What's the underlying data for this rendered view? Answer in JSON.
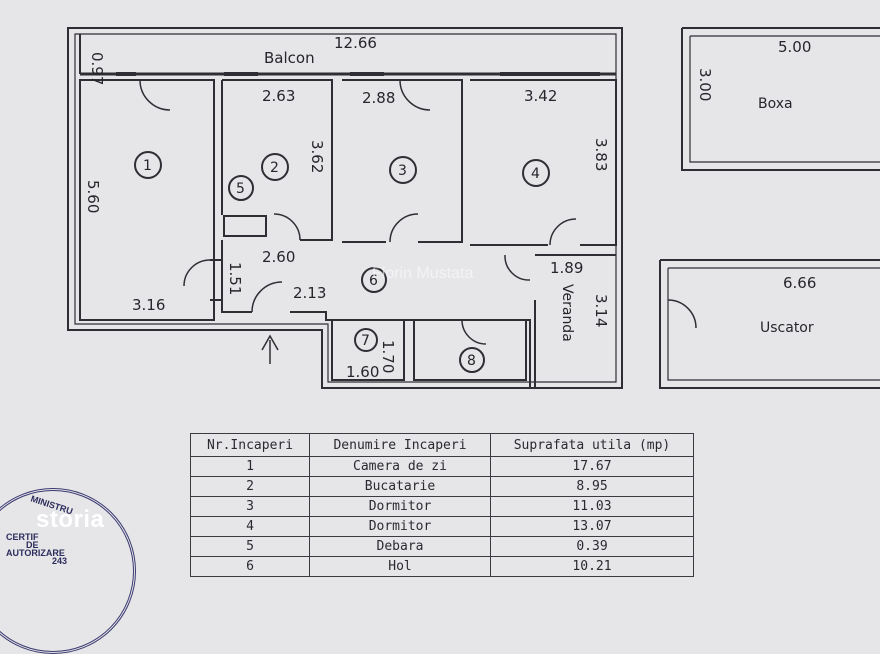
{
  "plan": {
    "balcony": {
      "label": "Balcon",
      "width": "12.66",
      "depth": "0.97"
    },
    "rooms": [
      {
        "num": "1",
        "width": "3.16",
        "length": "5.60"
      },
      {
        "num": "2",
        "width": "2.63",
        "length": "3.62"
      },
      {
        "num": "3",
        "width": "2.88"
      },
      {
        "num": "4",
        "width": "3.42",
        "length": "3.83"
      },
      {
        "num": "5"
      },
      {
        "num": "6",
        "d1": "2.60",
        "d2": "2.13",
        "d3": "1.51"
      },
      {
        "num": "7",
        "width": "1.60",
        "length": "1.70"
      },
      {
        "num": "8"
      }
    ],
    "veranda": {
      "label": "Veranda",
      "width": "1.89",
      "length": "3.14"
    },
    "boxa": {
      "label": "Boxa",
      "width": "5.00",
      "length": "3.00"
    },
    "uscator": {
      "label": "Uscator",
      "width": "6.66"
    },
    "watermark": "Florin Mustata"
  },
  "table": {
    "headers": [
      "Nr.Incaperi",
      "Denumire Incaperi",
      "Suprafata utila (mp)"
    ],
    "rows": [
      [
        "1",
        "Camera de zi",
        "17.67"
      ],
      [
        "2",
        "Bucatarie",
        "8.95"
      ],
      [
        "3",
        "Dormitor",
        "11.03"
      ],
      [
        "4",
        "Dormitor",
        "13.07"
      ],
      [
        "5",
        "Debara",
        "0.39"
      ],
      [
        "6",
        "Hol",
        "10.21"
      ]
    ]
  },
  "stamp": {
    "line1": "MINISTRU",
    "line2": "CERTIF",
    "line3": "DE",
    "line4": "AUTORIZARE",
    "line5": "243"
  },
  "brand": "storia",
  "colors": {
    "paper": "#e6e5e8",
    "ink": "#2a2a30"
  }
}
